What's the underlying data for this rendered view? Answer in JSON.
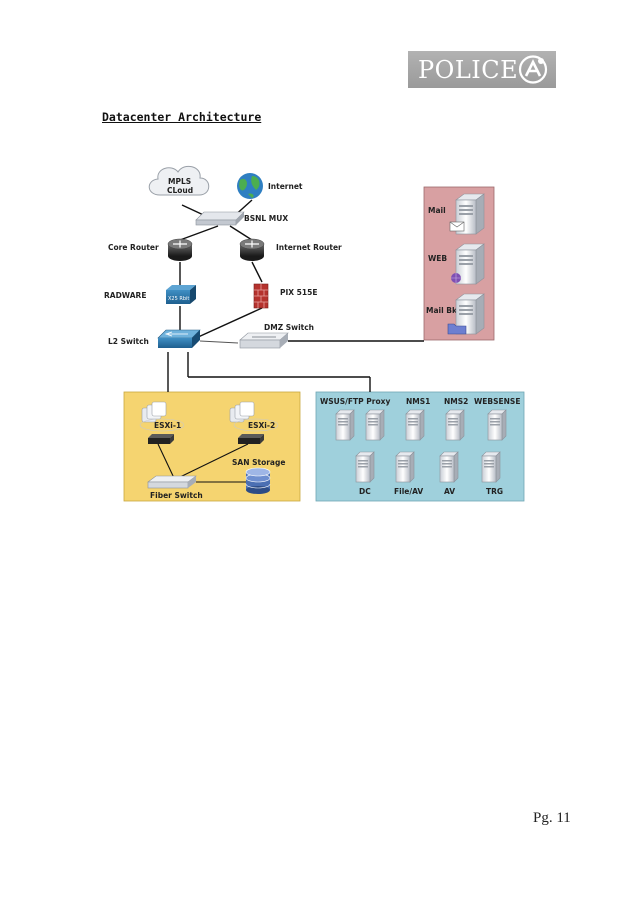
{
  "header": {
    "logo_text": "POLICE",
    "logo_icon": "police-emblem-icon",
    "logo_color": "#a6a6a6"
  },
  "title": "Datacenter Architecture",
  "footer": {
    "page": "Pg. 11"
  },
  "diagram": {
    "mpls": "MPLS\nCLoud",
    "internet": "Internet",
    "bsnl_mux": "BSNL MUX",
    "core_router": "Core Router",
    "internet_router": "Internet Router",
    "radware": "RADWARE",
    "radware_box": "X25 Rbit",
    "pix": "PIX 515E",
    "l2_switch": "L2 Switch",
    "dmz_switch": "DMZ Switch",
    "dmz_zone": {
      "color": "#d8a0a2",
      "servers": [
        "Mail",
        "WEB",
        "Mail Bk"
      ]
    },
    "virtual_zone": {
      "color": "#f5d470",
      "esxi1": "ESXi-1",
      "esxi2": "ESXi-2",
      "san": "SAN Storage",
      "fiber": "Fiber Switch"
    },
    "server_zone": {
      "color": "#9fd0dc",
      "top_labels": [
        "WSUS/FTP Proxy",
        "NMS1",
        "NMS2",
        "WEBSENSE"
      ],
      "bottom_labels": [
        "DC",
        "File/AV",
        "AV",
        "TRG"
      ]
    }
  }
}
